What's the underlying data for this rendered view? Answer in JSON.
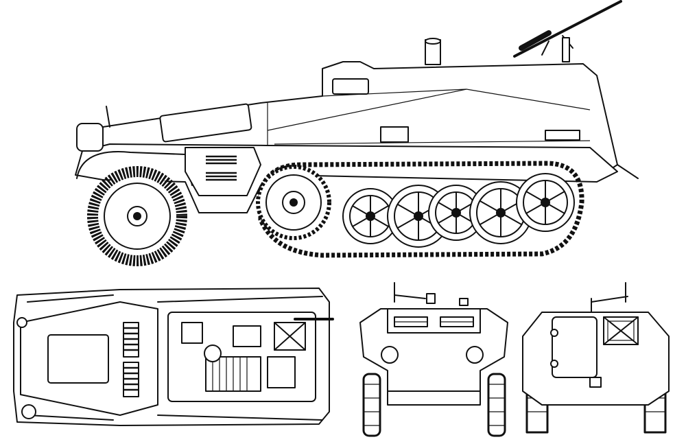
{
  "drawing": {
    "views": [
      {
        "id": "side-view"
      },
      {
        "id": "top-view"
      },
      {
        "id": "front-view"
      },
      {
        "id": "rear-view"
      }
    ],
    "colors": {
      "ink": "#111111",
      "paper": "#ffffff"
    },
    "icons": [
      "machine-gun-icon",
      "road-wheel-icon",
      "drive-sprocket-icon",
      "front-wheel-icon",
      "headlight-icon"
    ]
  }
}
